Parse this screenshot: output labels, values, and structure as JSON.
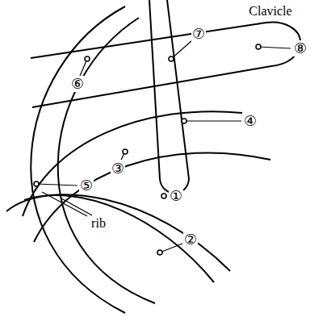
{
  "diagram": {
    "labels": [
      "Clavicle",
      "⑦",
      "⑥",
      "⑧",
      "④",
      "③",
      "①",
      "⑤",
      "rib",
      "②"
    ]
  }
}
